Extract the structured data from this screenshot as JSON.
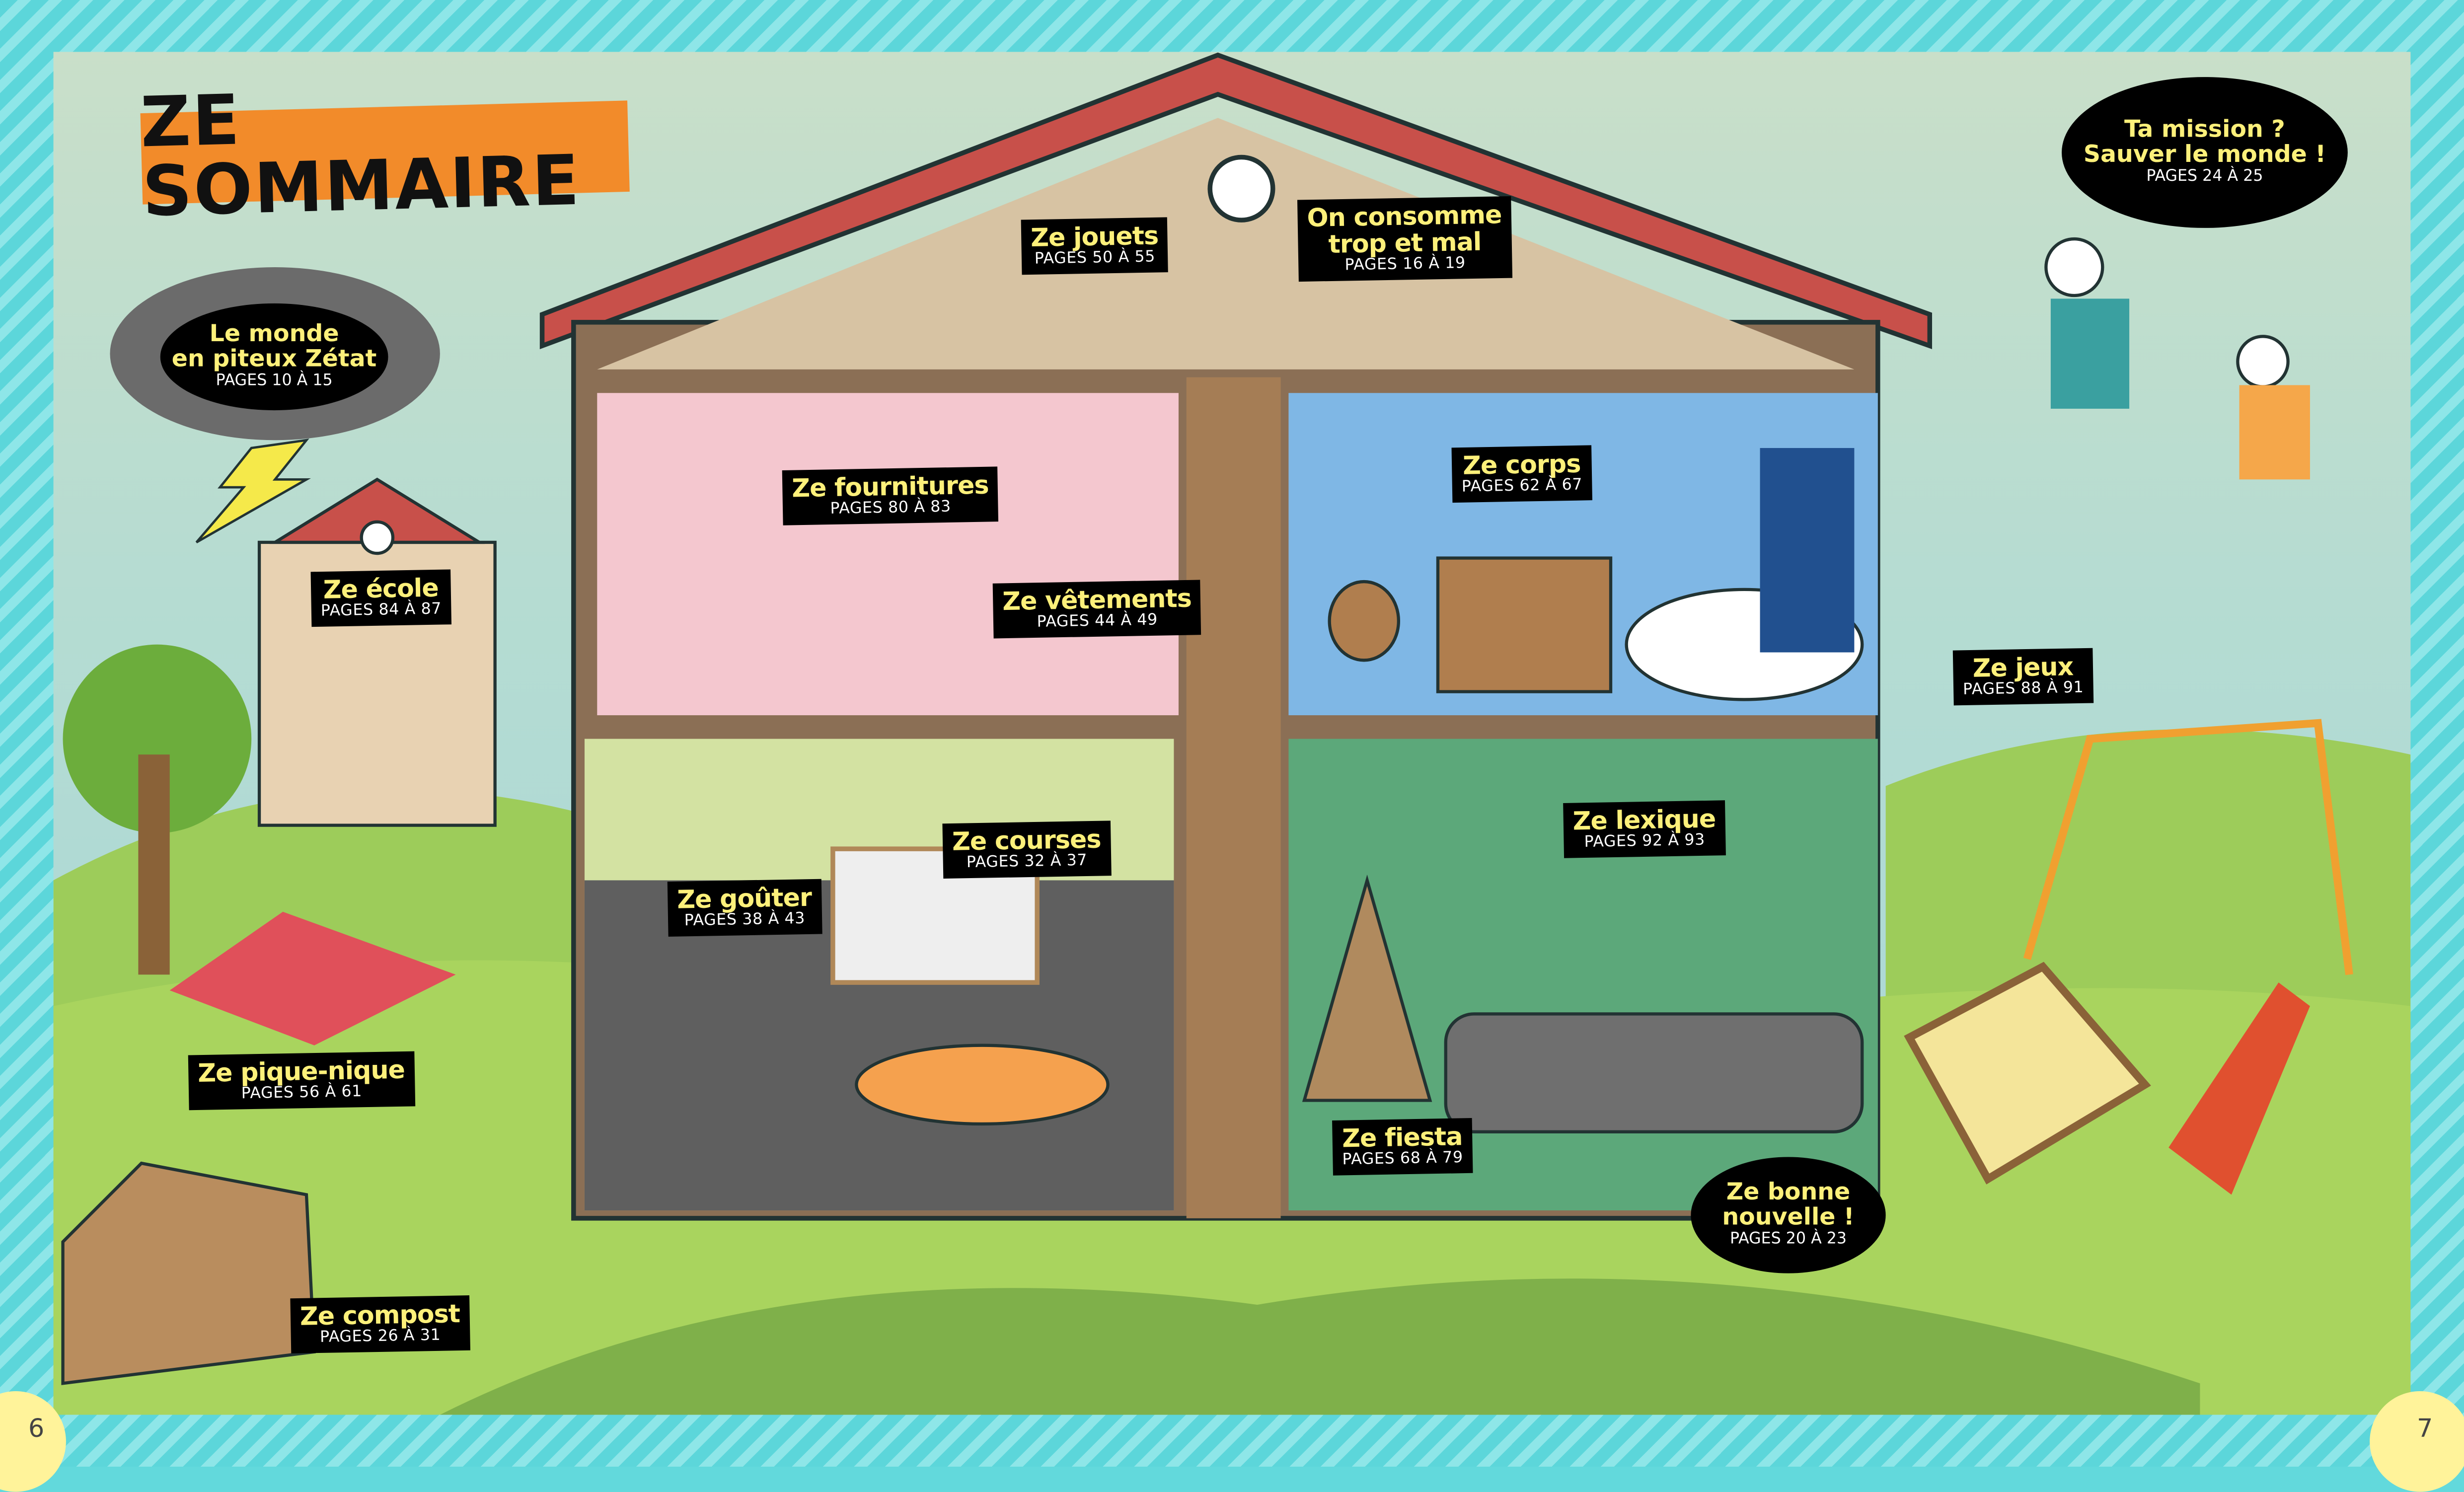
{
  "title": "ZE SOMMAIRE",
  "sections": {
    "monde": {
      "title_l1": "Le monde",
      "title_l2": "en piteux Zétat",
      "pages": "PAGES 10 À 15"
    },
    "ecole": {
      "title": "Ze école",
      "pages": "PAGES 84 À 87"
    },
    "jouets": {
      "title": "Ze jouets",
      "pages": "PAGES 50 À 55"
    },
    "consomme": {
      "title_l1": "On consomme",
      "title_l2": "trop et mal",
      "pages": "PAGES 16 À 19"
    },
    "mission": {
      "title_l1": "Ta mission ?",
      "title_l2": "Sauver le monde !",
      "pages": "PAGES 24 À 25"
    },
    "fournitures": {
      "title": "Ze fournitures",
      "pages": "PAGES 80 À 83"
    },
    "vetements": {
      "title": "Ze vêtements",
      "pages": "PAGES 44 À 49"
    },
    "corps": {
      "title": "Ze corps",
      "pages": "PAGES 62 À 67"
    },
    "jeux": {
      "title": "Ze jeux",
      "pages": "PAGES 88 À 91"
    },
    "courses": {
      "title": "Ze courses",
      "pages": "PAGES 32 À 37"
    },
    "gouter": {
      "title": "Ze goûter",
      "pages": "PAGES 38 À 43"
    },
    "lexique": {
      "title": "Ze lexique",
      "pages": "PAGES 92 À 93"
    },
    "piquenique": {
      "title": "Ze pique-nique",
      "pages": "PAGES 56 À 61"
    },
    "fiesta": {
      "title": "Ze fiesta",
      "pages": "PAGES 68 À 79"
    },
    "bonne": {
      "title_l1": "Ze bonne",
      "title_l2": "nouvelle !",
      "pages": "PAGES 20 À 23"
    },
    "compost": {
      "title": "Ze compost",
      "pages": "PAGES 26 À 31"
    }
  },
  "page_numbers": {
    "left": "6",
    "right": "7"
  },
  "colors": {
    "label_bg": "#000000",
    "label_title": "#fdf07a",
    "banner": "#f28b2a",
    "roof": "#c8504a"
  }
}
